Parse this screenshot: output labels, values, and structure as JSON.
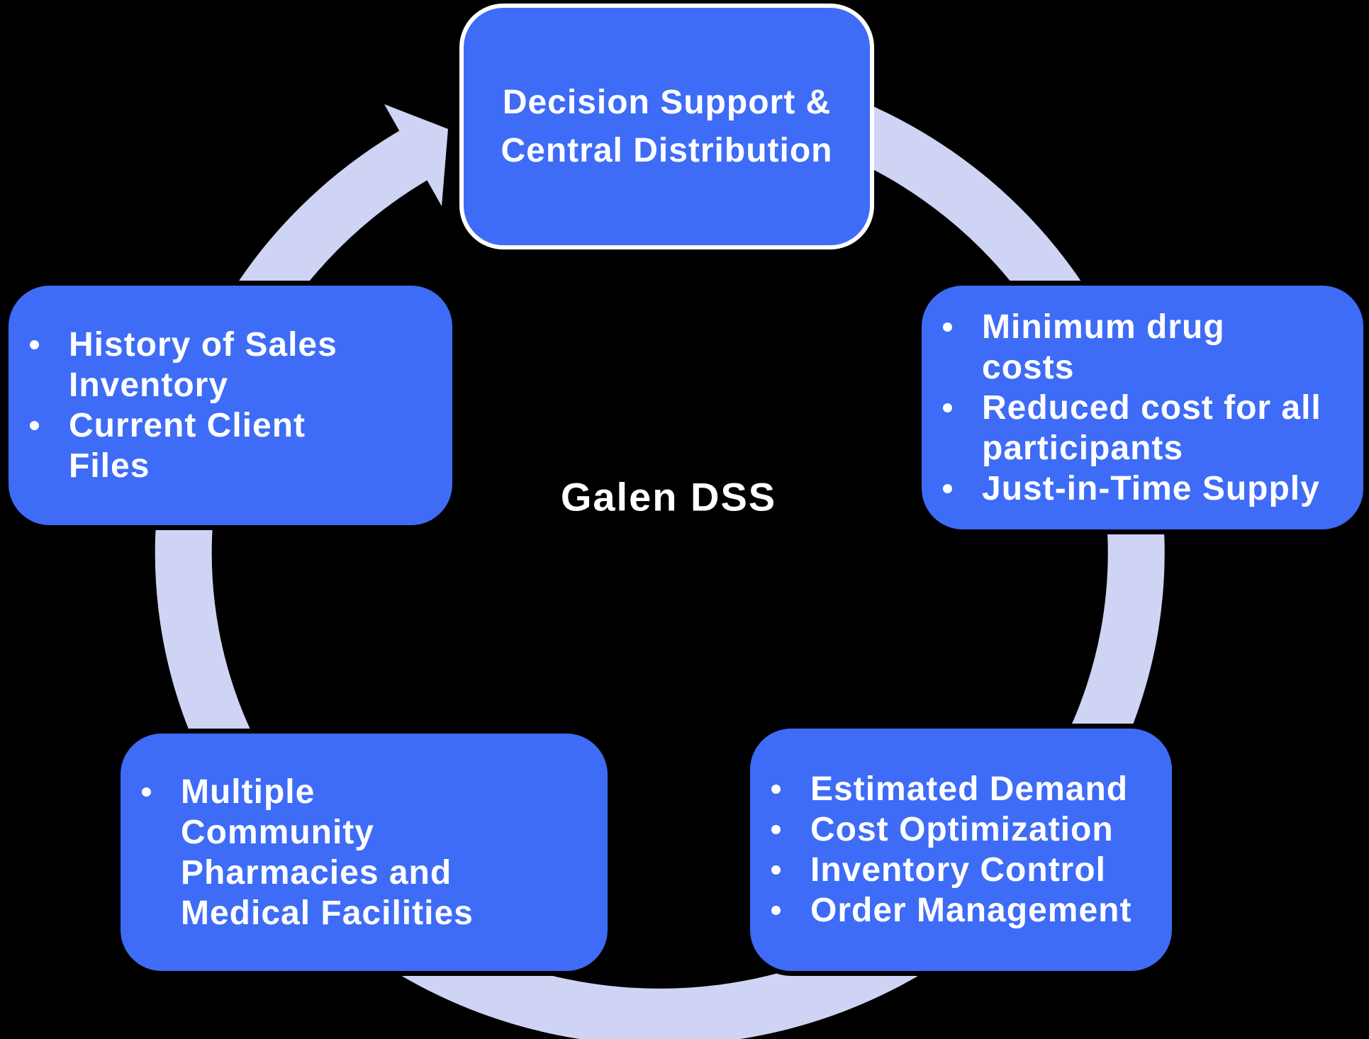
{
  "title": "Galen DSS",
  "colors": {
    "background": "#000000",
    "node_fill": "#3E6CF6",
    "ring": "#CFD3F4",
    "text": "#FFFFFF",
    "top_node_border": "#FFFFFF"
  },
  "nodes": {
    "top": {
      "lines": [
        "Decision Support &",
        "Central Distribution"
      ]
    },
    "right": {
      "bullets": [
        "Minimum drug costs",
        "Reduced cost for all participants",
        "Just-in-Time Supply"
      ]
    },
    "bottom_right": {
      "bullets": [
        "Estimated Demand",
        "Cost Optimization",
        "Inventory Control",
        "Order Management"
      ]
    },
    "bottom_left": {
      "bullets": [
        "Multiple Community Pharmacies and Medical Facilities"
      ]
    },
    "left": {
      "bullets": [
        "History of Sales Inventory",
        "Current Client Files"
      ]
    }
  }
}
